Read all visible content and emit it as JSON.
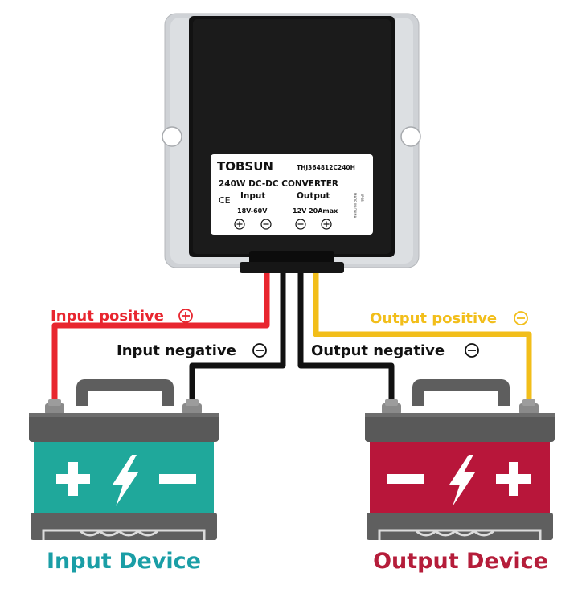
{
  "converter": {
    "brand": "TOBSUN",
    "model": "THJ364812C240H",
    "description": "240W DC-DC CONVERTER",
    "ce_mark": "CE",
    "input_label": "Input",
    "input_range": "18V-60V",
    "output_label": "Output",
    "output_spec": "12V 20Amax",
    "side_text_1": "MADE IN CHINA",
    "side_text_2": "IP68"
  },
  "wire_labels": {
    "input_positive": "Input positive",
    "input_negative": "Input negative",
    "output_positive": "Output positive",
    "output_negative": "Output negative"
  },
  "devices": {
    "input_device": "Input Device",
    "output_device": "Output Device"
  },
  "colors": {
    "red_wire": "#e8262f",
    "black_wire": "#111111",
    "yellow_wire": "#f2be1a",
    "input_battery": "#1fa89b",
    "output_battery": "#b8163a",
    "battery_body": "#5f5f5f",
    "input_label_color": "#1a9ea6",
    "output_label_color": "#b51d3a"
  },
  "icons": [
    "plus-circle-icon",
    "minus-circle-icon",
    "lightning-bolt-icon",
    "ce-mark-icon"
  ]
}
